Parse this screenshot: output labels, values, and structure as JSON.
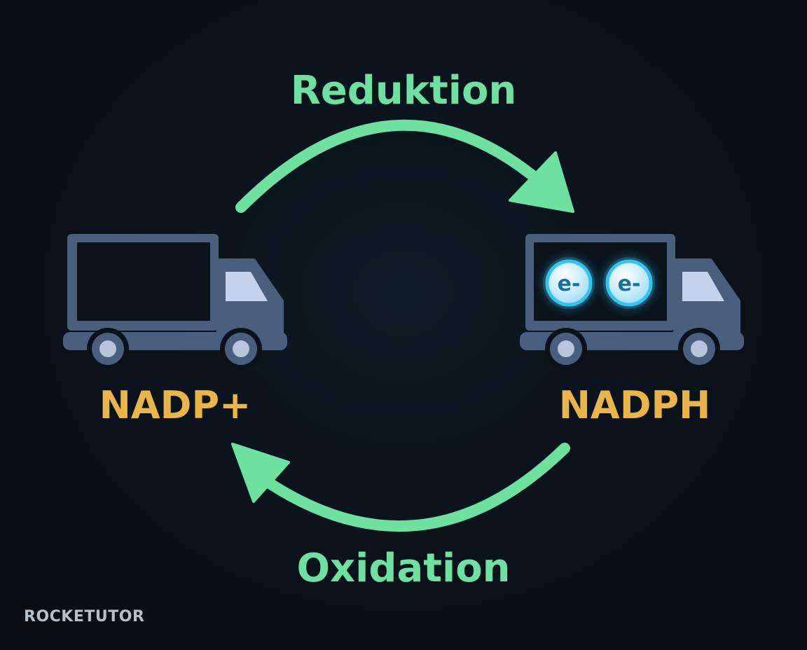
{
  "diagram": {
    "top_label": "Reduktion",
    "bottom_label": "Oxidation",
    "left_label": "NADP+",
    "right_label": "NADPH",
    "electron_labels": [
      "e-",
      "e-"
    ]
  },
  "branding": {
    "logo_text": "ROCKETUTOR"
  },
  "colors": {
    "arrow": "#6ee0a0",
    "molecule_label": "#eab54a",
    "truck": "#4a5f7e",
    "truck_window": "#c5d2ec",
    "wheel_rim": "#b8c4da",
    "electron_glow": "#34c6f4",
    "background": "#0a121a"
  }
}
